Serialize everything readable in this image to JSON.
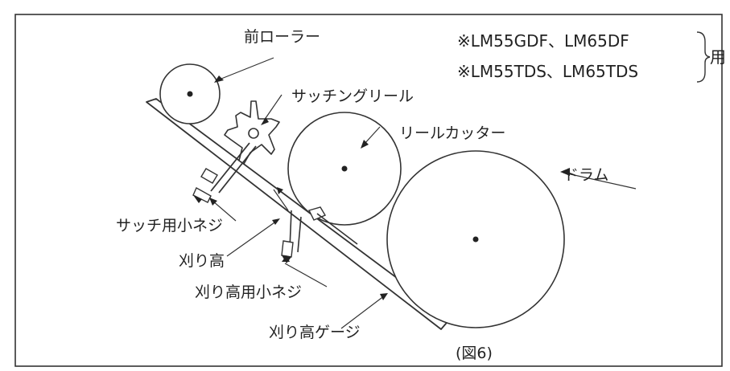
{
  "labels": {
    "front_roller": "前ローラー",
    "thatching_reel": "サッチングリール",
    "reel_cutter": "リールカッター",
    "drum": "ドラム",
    "thatch_screw": "サッチ用小ネジ",
    "cutting_height": "刈り高",
    "cutting_height_screw": "刈り高用小ネジ",
    "cutting_height_gauge": "刈り高ゲージ"
  },
  "models": {
    "line1": "※LM55GDF、LM65DF",
    "line2": "※LM55TDS、LM65TDS",
    "suffix": "用"
  },
  "figure_caption": "(図6)"
}
